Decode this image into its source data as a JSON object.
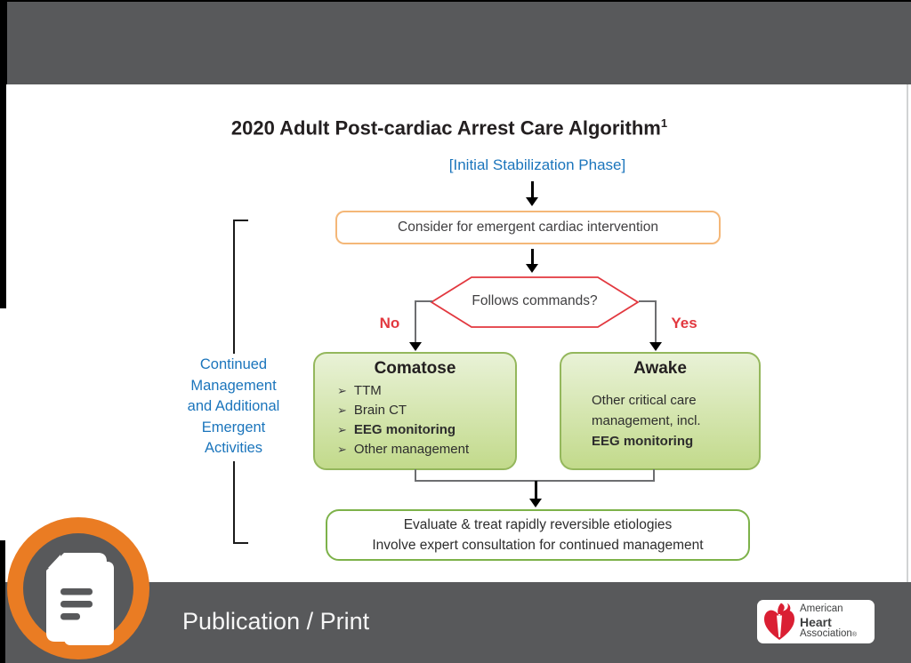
{
  "slide": {
    "title": "2020 Adult Post-cardiac Arrest Care Algorithm",
    "title_sup": "1",
    "phase_label": "[Initial Stabilization Phase]",
    "consider_text": "Consider for emergent cardiac intervention",
    "decision_text": "Follows commands?",
    "no_label": "No",
    "yes_label": "Yes",
    "bullet_glyph": "➢",
    "comatose": {
      "title": "Comatose",
      "items": [
        {
          "text": "TTM",
          "bold": false
        },
        {
          "text": "Brain CT",
          "bold": false
        },
        {
          "text": "EEG monitoring",
          "bold": true
        },
        {
          "text": "Other management",
          "bold": false
        }
      ]
    },
    "awake": {
      "title": "Awake",
      "lines": [
        {
          "text": "Other critical care",
          "bold": false
        },
        {
          "text": "management, incl.",
          "bold": false
        },
        {
          "text": "EEG monitoring",
          "bold": true
        }
      ]
    },
    "final_box": {
      "line1": "Evaluate & treat rapidly reversible etiologies",
      "line2": "Involve expert consultation for continued management"
    },
    "side_label_lines": [
      "Continued",
      "Management",
      "and Additional",
      "Emergent",
      "Activities"
    ]
  },
  "footer": {
    "label": "Publication / Print"
  },
  "logo": {
    "line1": "American",
    "line2": "Heart",
    "line3": "Association",
    "registered": "®"
  },
  "icons": {
    "document_pages_icon": "document-pages-icon",
    "heart_torch_icon": "aha-heart-torch-icon"
  },
  "colors": {
    "bar_gray": "#58595b",
    "blue": "#1b75bc",
    "red": "#e2383f",
    "orange_border": "#f4b778",
    "green_border": "#94b75c",
    "green_fill_top": "#e9f2d7",
    "green_fill_bottom": "#c2da8b",
    "final_green_border": "#7db24a",
    "badge_orange": "#ea7c23",
    "heart_red": "#da1f33"
  }
}
